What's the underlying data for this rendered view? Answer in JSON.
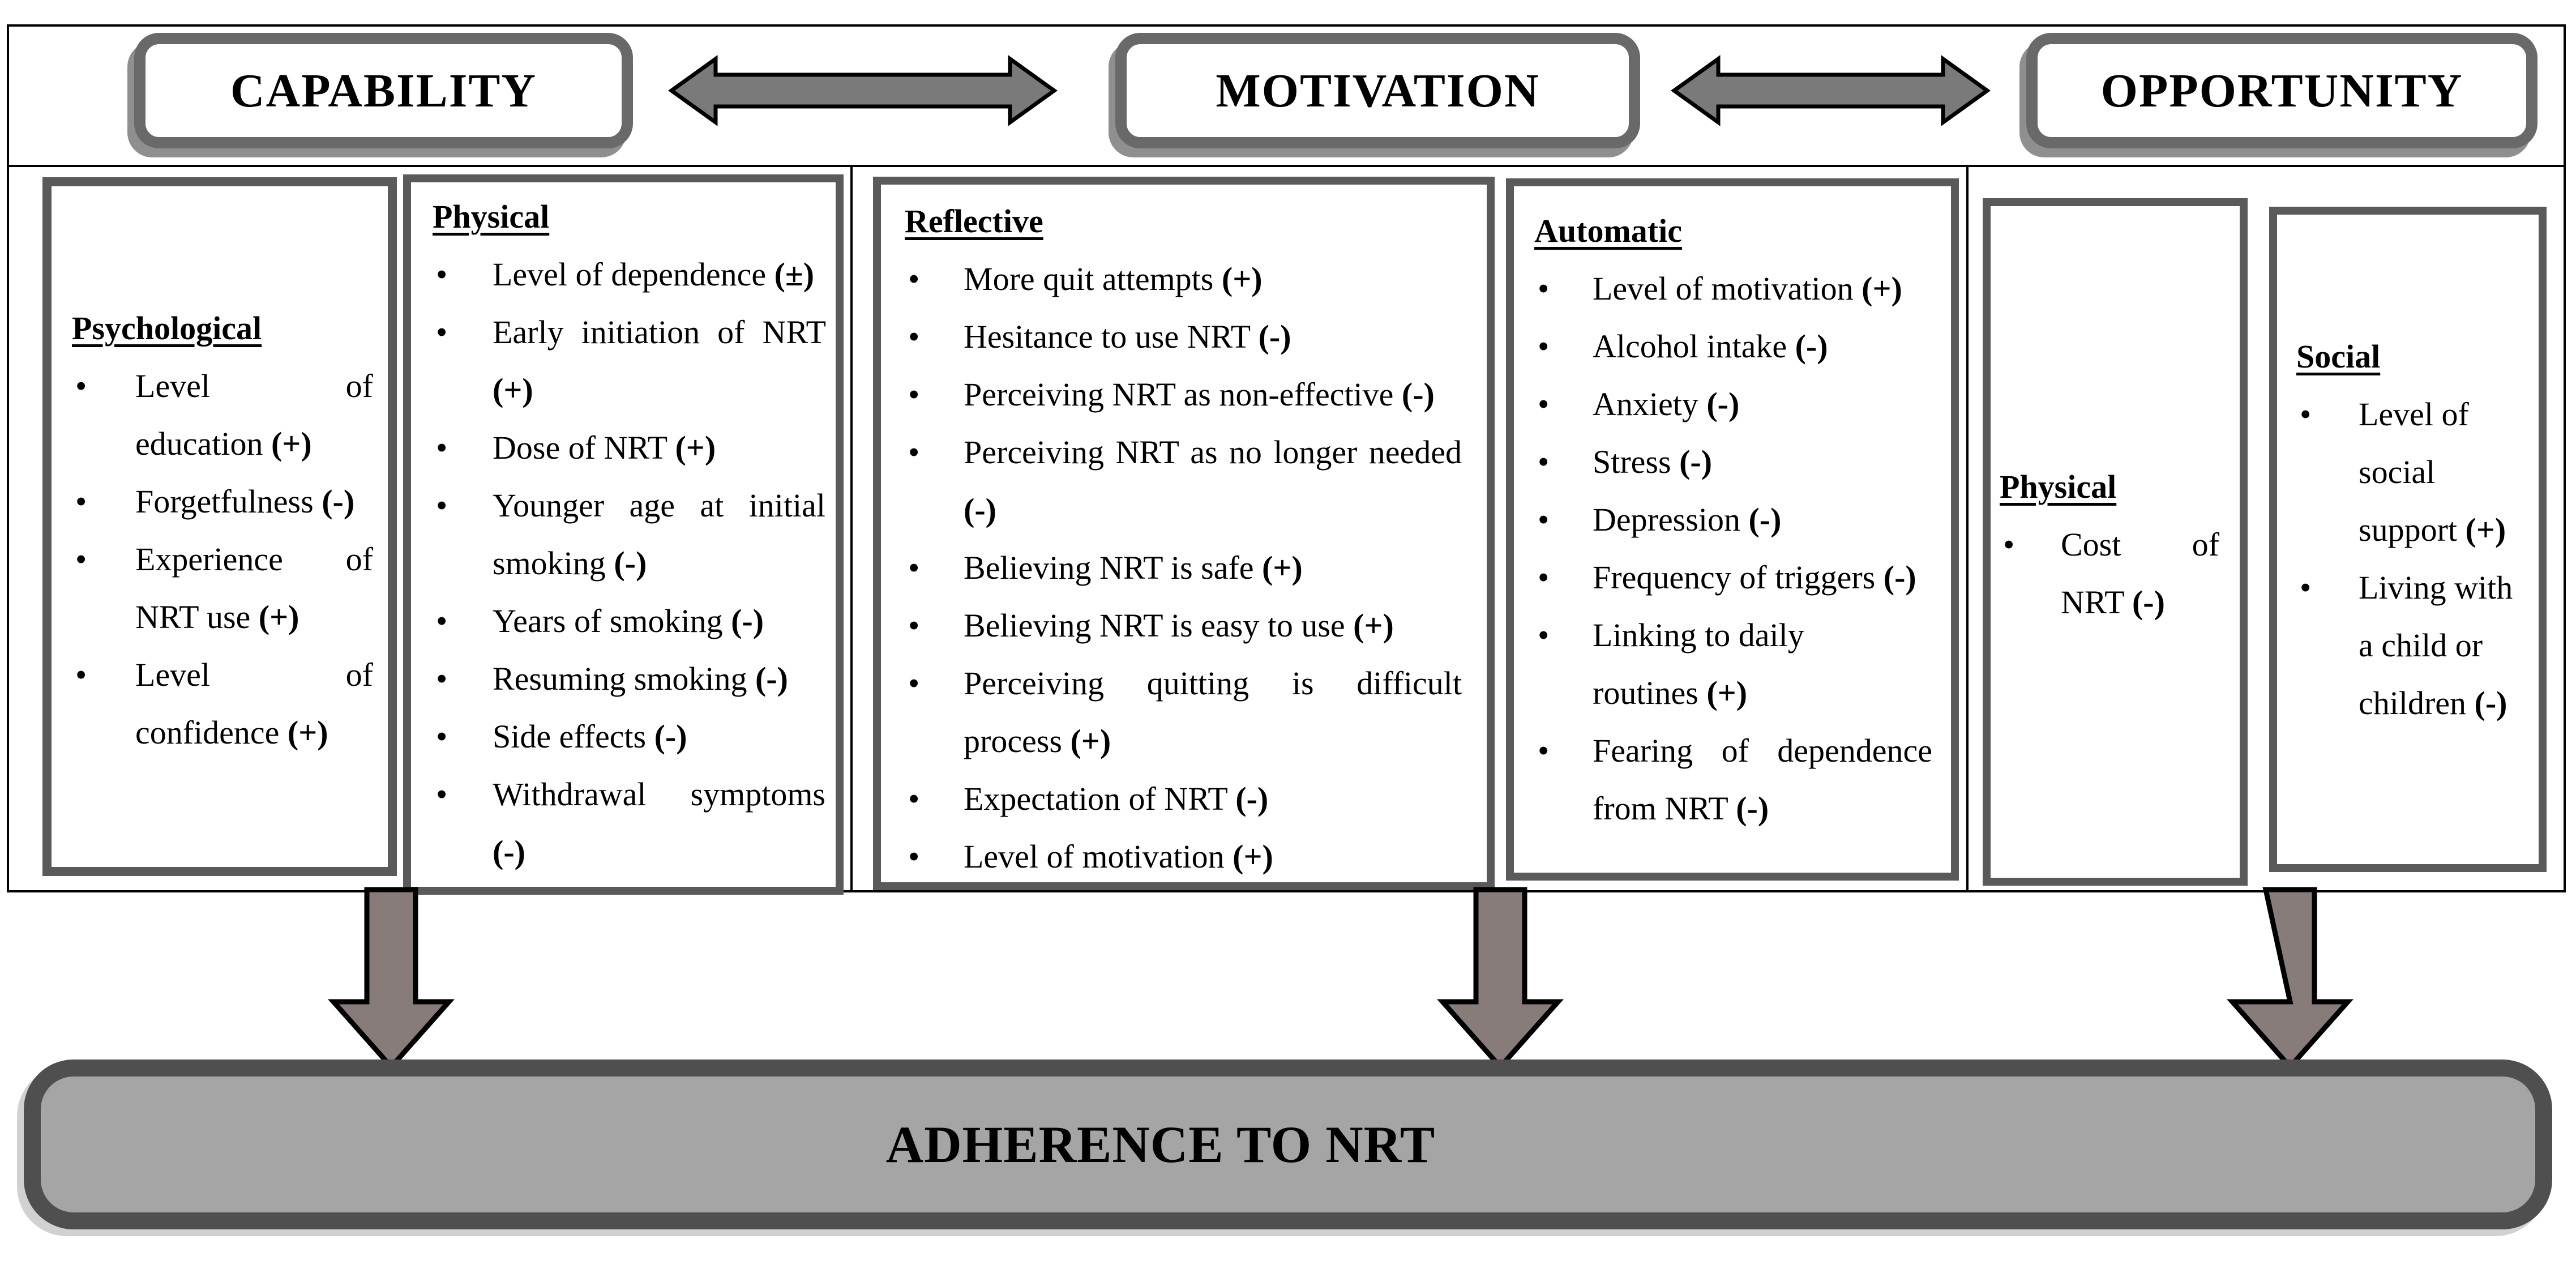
{
  "header": {
    "capability": "CAPABILITY",
    "motivation": "MOTIVATION",
    "opportunity": "OPPORTUNITY"
  },
  "boxes": {
    "psychological": {
      "title": "Psychological",
      "items": [
        {
          "text": "Level of education",
          "sign": "(+)"
        },
        {
          "text": "Forgetfulness",
          "sign": "(-)"
        },
        {
          "text": "Experience of NRT use",
          "sign": "(+)"
        },
        {
          "text": "Level of confidence",
          "sign": "(+)"
        }
      ]
    },
    "physical_capability": {
      "title": "Physical",
      "items": [
        {
          "text": "Level of dependence",
          "sign": "(±)"
        },
        {
          "text": "Early initiation of NRT",
          "sign": "(+)"
        },
        {
          "text": "Dose of NRT",
          "sign": "(+)"
        },
        {
          "text": "Younger age at initial smoking",
          "sign": "(-)"
        },
        {
          "text": "Years of smoking",
          "sign": "(-)"
        },
        {
          "text": "Resuming smoking",
          "sign": "(-)"
        },
        {
          "text": "Side effects",
          "sign": "(-)"
        },
        {
          "text": "Withdrawal symptoms",
          "sign": "(-)"
        }
      ]
    },
    "reflective": {
      "title": "Reflective",
      "items": [
        {
          "text": "More quit attempts",
          "sign": "(+)"
        },
        {
          "text": "Hesitance to use NRT",
          "sign": "(-)"
        },
        {
          "text": "Perceiving NRT as non-effective",
          "sign": "(-)"
        },
        {
          "text": "Perceiving NRT as no longer needed",
          "sign": "(-)"
        },
        {
          "text": "Believing NRT is safe",
          "sign": "(+)"
        },
        {
          "text": "Believing NRT is easy to use",
          "sign": "(+)"
        },
        {
          "text": "Perceiving quitting is difficult process",
          "sign": "(+)"
        },
        {
          "text": "Expectation of NRT",
          "sign": "(-)"
        },
        {
          "text": "Level of motivation",
          "sign": "(+)"
        }
      ]
    },
    "automatic": {
      "title": "Automatic",
      "items": [
        {
          "text": "Level of motivation",
          "sign": "(+)"
        },
        {
          "text": "Alcohol intake",
          "sign": "(-)"
        },
        {
          "text": "Anxiety",
          "sign": "(-)"
        },
        {
          "text": "Stress",
          "sign": "(-)"
        },
        {
          "text": "Depression",
          "sign": "(-)"
        },
        {
          "text": "Frequency of triggers",
          "sign": "(-)"
        },
        {
          "text": "Linking to daily\nroutines",
          "sign": "(+)"
        },
        {
          "text": "Fearing of dependence from NRT",
          "sign": "(-)"
        }
      ]
    },
    "physical_opportunity": {
      "title": "Physical",
      "items": [
        {
          "text": "Cost of NRT",
          "sign": "(-)"
        }
      ]
    },
    "social": {
      "title": "Social",
      "items": [
        {
          "text": "Level of\nsocial\nsupport",
          "sign": "(+)"
        },
        {
          "text": "Living with\na child or\nchildren",
          "sign": "(-)"
        }
      ]
    }
  },
  "outcome": {
    "label": "ADHERENCE TO NRT"
  },
  "colors": {
    "frame_border": "#000000",
    "header_box_border": "#696969",
    "factor_box_border": "#5a5a5a",
    "arrow_horizontal": "#7a7a7a",
    "arrow_down": "#877c79",
    "bar_fill": "#a5a5a5",
    "bar_border": "#4f4f4f"
  }
}
